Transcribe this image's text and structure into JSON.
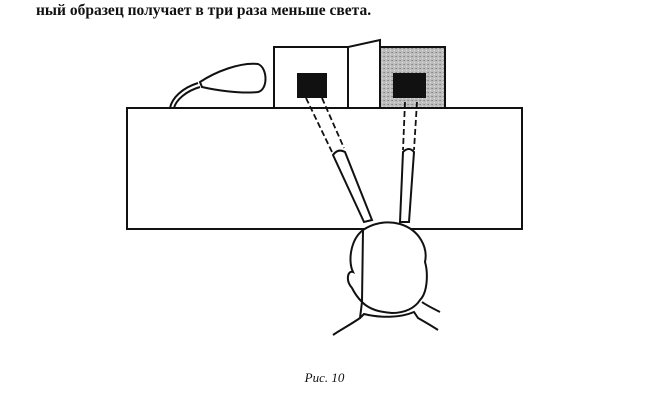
{
  "body_text": "ный образец получает в три раза меньше света.",
  "figure": {
    "caption": "Рис. 10",
    "description_icon": "photometer-experiment-illustration"
  }
}
